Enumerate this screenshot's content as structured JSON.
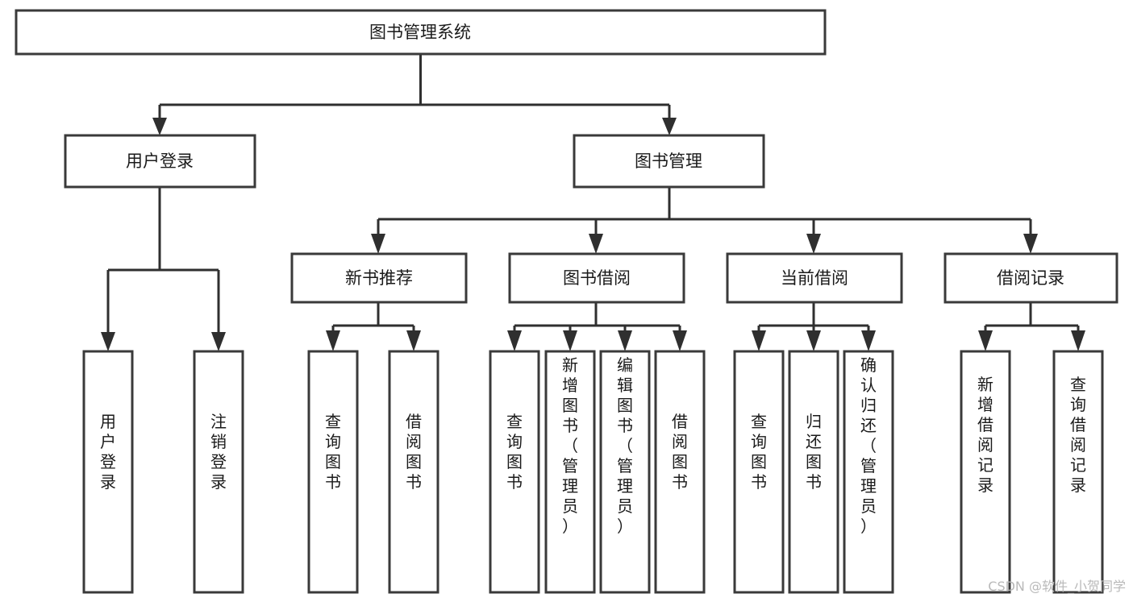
{
  "diagram": {
    "type": "tree",
    "title": "图书管理系统",
    "root": {
      "id": "root",
      "label": "图书管理系统"
    },
    "level2": [
      {
        "id": "user-login",
        "label": "用户登录"
      },
      {
        "id": "book-manage",
        "label": "图书管理"
      }
    ],
    "level3": [
      {
        "id": "new-book-recommend",
        "label": "新书推荐",
        "parent": "book-manage"
      },
      {
        "id": "book-borrow",
        "label": "图书借阅",
        "parent": "book-manage"
      },
      {
        "id": "current-borrow",
        "label": "当前借阅",
        "parent": "book-manage"
      },
      {
        "id": "borrow-record",
        "label": "借阅记录",
        "parent": "book-manage"
      }
    ],
    "leaves": {
      "user-login": [
        {
          "id": "leaf-user-login",
          "label": "用户登录"
        },
        {
          "id": "leaf-user-logout",
          "label": "注销登录"
        }
      ],
      "new-book-recommend": [
        {
          "id": "leaf-query-book-1",
          "label": "查询图书"
        },
        {
          "id": "leaf-borrow-book-1",
          "label": "借阅图书"
        }
      ],
      "book-borrow": [
        {
          "id": "leaf-query-book-2",
          "label": "查询图书"
        },
        {
          "id": "leaf-add-book",
          "label": "新增图书（管理员）"
        },
        {
          "id": "leaf-edit-book",
          "label": "编辑图书（管理员）"
        },
        {
          "id": "leaf-borrow-book-2",
          "label": "借阅图书"
        }
      ],
      "current-borrow": [
        {
          "id": "leaf-query-book-3",
          "label": "查询图书"
        },
        {
          "id": "leaf-return-book",
          "label": "归还图书"
        },
        {
          "id": "leaf-confirm-return",
          "label": "确认归还（管理员）"
        }
      ],
      "borrow-record": [
        {
          "id": "leaf-add-record",
          "label": "新增借阅记录"
        },
        {
          "id": "leaf-query-record",
          "label": "查询借阅记录"
        }
      ]
    }
  },
  "watermark": {
    "label": "CSDN @软件_小贺同学"
  },
  "colors": {
    "box_stroke": "#3a3a3a",
    "connector": "#2f2f2f",
    "text": "#1a1a1a",
    "background": "#ffffff",
    "watermark": "#b9b9b9"
  }
}
